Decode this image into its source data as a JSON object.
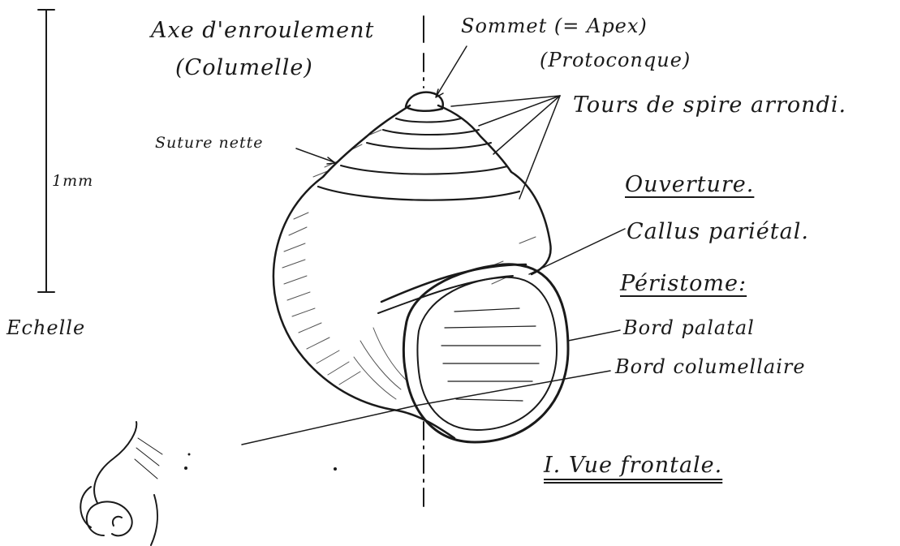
{
  "labels": {
    "axis": "Axe d'enroulement",
    "columella": "(Columelle)",
    "apex": "Sommet (= Apex)",
    "protoconch": "(Protoconque)",
    "whorls": "Tours de spire arrondi.",
    "suture": "Suture nette",
    "aperture": "Ouverture.",
    "callus": "Callus pariétal.",
    "peristome": "Péristome:",
    "palatal": "Bord palatal",
    "columellar": "Bord columellaire",
    "view_title": "I. Vue frontale.",
    "scale_value": "1mm",
    "scale_label": "Echelle"
  },
  "colors": {
    "ink": "#1a1a1a"
  }
}
